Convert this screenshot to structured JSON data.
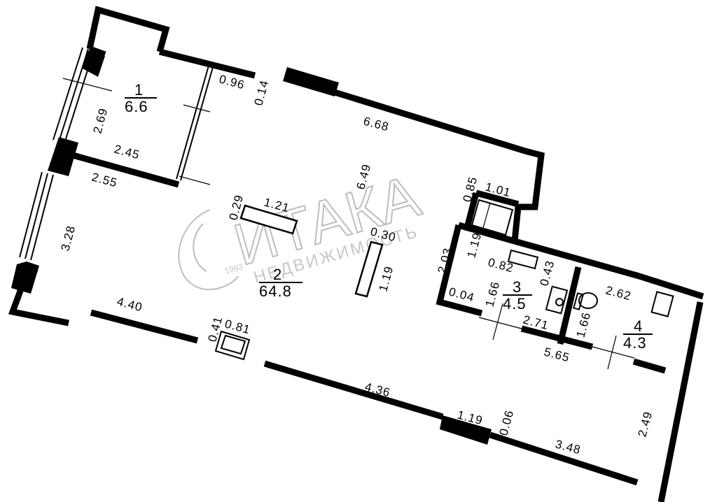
{
  "rooms": [
    {
      "number": "1",
      "area": "6.6"
    },
    {
      "number": "2",
      "area": "64.8"
    },
    {
      "number": "3",
      "area": "4.5"
    },
    {
      "number": "4",
      "area": "4.3"
    }
  ],
  "dimensions": [
    "0.96",
    "0.14",
    "6.68",
    "2.69",
    "2.45",
    "2.55",
    "6.49",
    "3.28",
    "0.29",
    "1.21",
    "0.30",
    "1.19",
    "0.85",
    "1.01",
    "2.03",
    "1.19",
    "0.82",
    "0.43",
    "0.04",
    "1.66",
    "2.71",
    "1.66",
    "2.62",
    "5.65",
    "4.40",
    "0.41",
    "0.81",
    "4.36",
    "1.19",
    "0.06",
    "3.48",
    "2.49"
  ],
  "watermark": {
    "title": "ИТАКА",
    "year": "1993",
    "subtitle": "НЕДВИЖИМОСТЬ"
  }
}
